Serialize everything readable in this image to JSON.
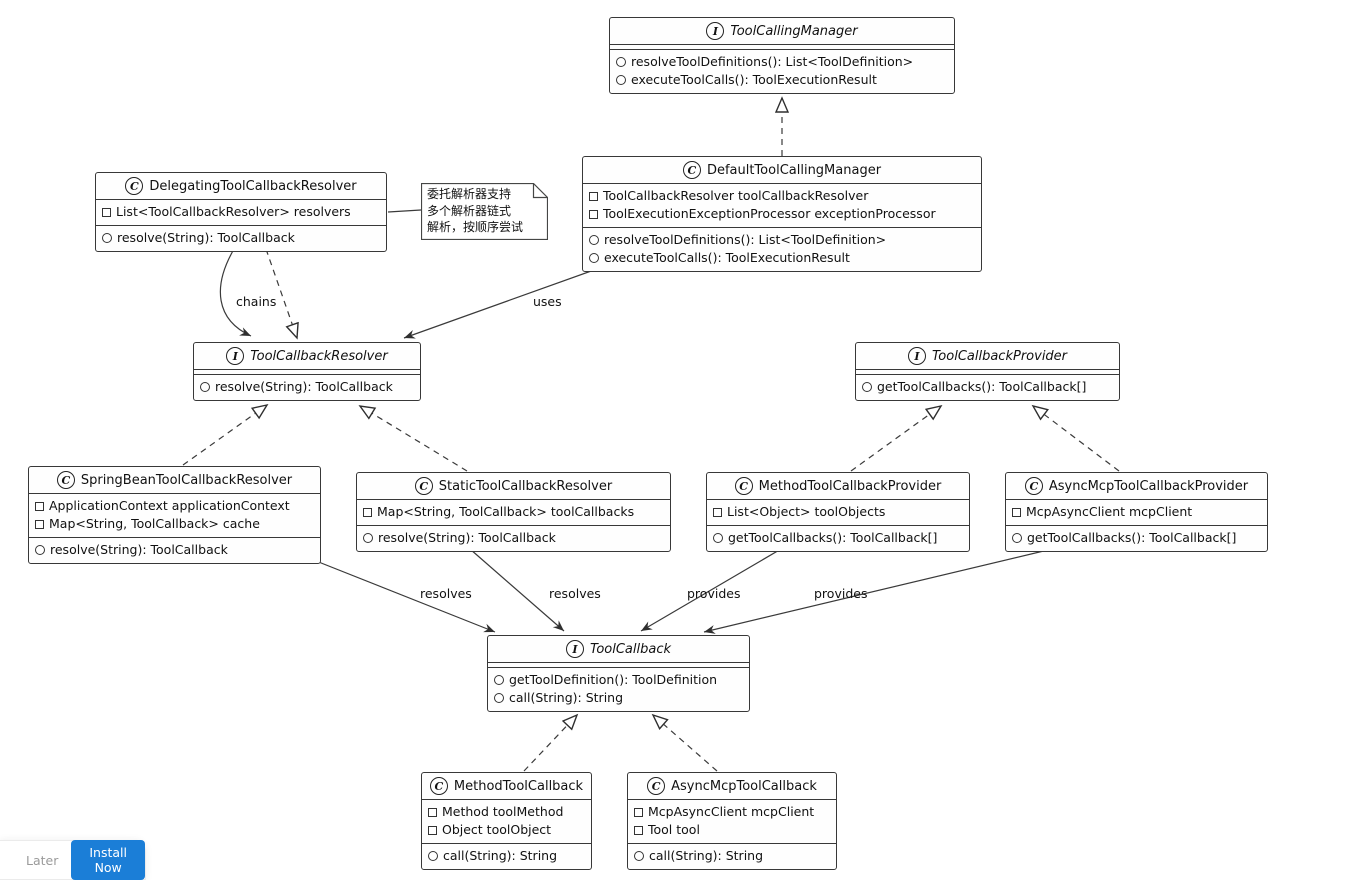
{
  "diagram": {
    "nodes": [
      {
        "letter": "I",
        "kind": "interface",
        "name": "ToolCallingManager",
        "fields": [],
        "methods": [
          "resolveToolDefinitions(): List<ToolDefinition>",
          "executeToolCalls(): ToolExecutionResult"
        ]
      },
      {
        "letter": "C",
        "kind": "class",
        "name": "DefaultToolCallingManager",
        "fields": [
          "ToolCallbackResolver toolCallbackResolver",
          "ToolExecutionExceptionProcessor exceptionProcessor"
        ],
        "methods": [
          "resolveToolDefinitions(): List<ToolDefinition>",
          "executeToolCalls(): ToolExecutionResult"
        ]
      },
      {
        "letter": "C",
        "kind": "class",
        "name": "DelegatingToolCallbackResolver",
        "fields": [
          "List<ToolCallbackResolver> resolvers"
        ],
        "methods": [
          "resolve(String): ToolCallback"
        ]
      },
      {
        "letter": "I",
        "kind": "interface",
        "name": "ToolCallbackResolver",
        "fields": [],
        "methods": [
          "resolve(String): ToolCallback"
        ]
      },
      {
        "letter": "I",
        "kind": "interface",
        "name": "ToolCallbackProvider",
        "fields": [],
        "methods": [
          "getToolCallbacks(): ToolCallback[]"
        ]
      },
      {
        "letter": "C",
        "kind": "class",
        "name": "SpringBeanToolCallbackResolver",
        "fields": [
          "ApplicationContext applicationContext",
          "Map<String, ToolCallback> cache"
        ],
        "methods": [
          "resolve(String): ToolCallback"
        ]
      },
      {
        "letter": "C",
        "kind": "class",
        "name": "StaticToolCallbackResolver",
        "fields": [
          "Map<String, ToolCallback> toolCallbacks"
        ],
        "methods": [
          "resolve(String): ToolCallback"
        ]
      },
      {
        "letter": "C",
        "kind": "class",
        "name": "MethodToolCallbackProvider",
        "fields": [
          "List<Object> toolObjects"
        ],
        "methods": [
          "getToolCallbacks(): ToolCallback[]"
        ]
      },
      {
        "letter": "C",
        "kind": "class",
        "name": "AsyncMcpToolCallbackProvider",
        "fields": [
          "McpAsyncClient mcpClient"
        ],
        "methods": [
          "getToolCallbacks(): ToolCallback[]"
        ]
      },
      {
        "letter": "I",
        "kind": "interface",
        "name": "ToolCallback",
        "fields": [],
        "methods": [
          "getToolDefinition(): ToolDefinition",
          "call(String): String"
        ]
      },
      {
        "letter": "C",
        "kind": "class",
        "name": "MethodToolCallback",
        "fields": [
          "Method toolMethod",
          "Object toolObject"
        ],
        "methods": [
          "call(String): String"
        ]
      },
      {
        "letter": "C",
        "kind": "class",
        "name": "AsyncMcpToolCallback",
        "fields": [
          "McpAsyncClient mcpClient",
          "Tool tool"
        ],
        "methods": [
          "call(String): String"
        ]
      }
    ],
    "note": {
      "lines": [
        "委托解析器支持",
        "多个解析器链式",
        "解析，按顺序尝试"
      ]
    },
    "edges": [
      {
        "from": "DefaultToolCallingManager",
        "to": "ToolCallingManager",
        "type": "realization",
        "label": ""
      },
      {
        "from": "DelegatingToolCallbackResolver",
        "to": "ToolCallbackResolver",
        "type": "association",
        "label": "chains"
      },
      {
        "from": "DelegatingToolCallbackResolver",
        "to": "ToolCallbackResolver",
        "type": "realization",
        "label": ""
      },
      {
        "from": "DefaultToolCallingManager",
        "to": "ToolCallbackResolver",
        "type": "association",
        "label": "uses"
      },
      {
        "from": "SpringBeanToolCallbackResolver",
        "to": "ToolCallbackResolver",
        "type": "realization",
        "label": ""
      },
      {
        "from": "StaticToolCallbackResolver",
        "to": "ToolCallbackResolver",
        "type": "realization",
        "label": ""
      },
      {
        "from": "MethodToolCallbackProvider",
        "to": "ToolCallbackProvider",
        "type": "realization",
        "label": ""
      },
      {
        "from": "AsyncMcpToolCallbackProvider",
        "to": "ToolCallbackProvider",
        "type": "realization",
        "label": ""
      },
      {
        "from": "SpringBeanToolCallbackResolver",
        "to": "ToolCallback",
        "type": "association",
        "label": "resolves"
      },
      {
        "from": "StaticToolCallbackResolver",
        "to": "ToolCallback",
        "type": "association",
        "label": "resolves"
      },
      {
        "from": "MethodToolCallbackProvider",
        "to": "ToolCallback",
        "type": "association",
        "label": "provides"
      },
      {
        "from": "AsyncMcpToolCallbackProvider",
        "to": "ToolCallback",
        "type": "association",
        "label": "provides"
      },
      {
        "from": "MethodToolCallback",
        "to": "ToolCallback",
        "type": "realization",
        "label": ""
      },
      {
        "from": "AsyncMcpToolCallback",
        "to": "ToolCallback",
        "type": "realization",
        "label": ""
      }
    ]
  },
  "toast": {
    "later_label": "Later",
    "install_label": "Install Now",
    "install_bg": "#1b7ed7"
  }
}
